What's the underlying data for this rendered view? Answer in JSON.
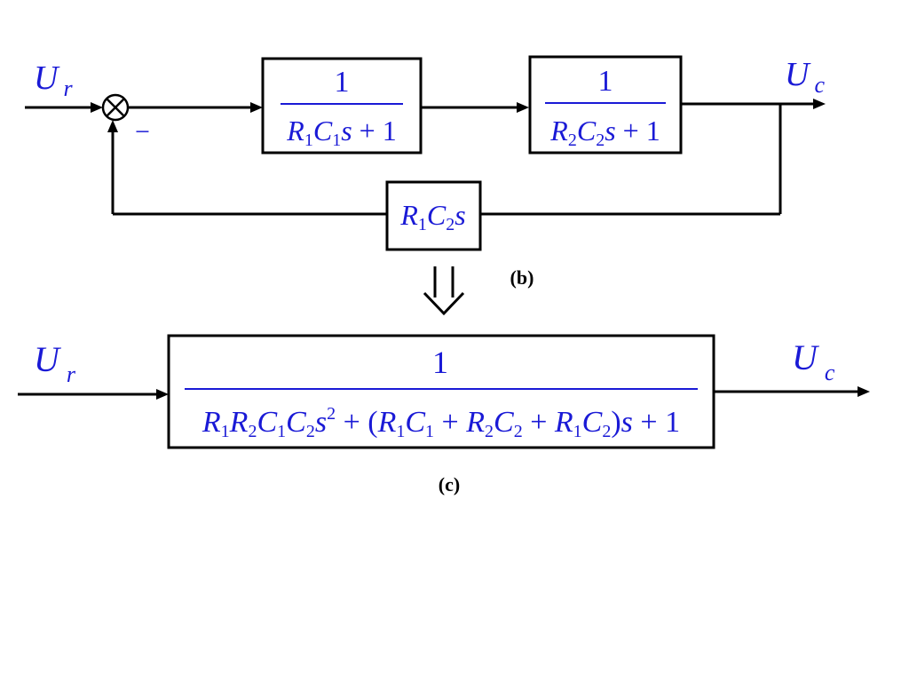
{
  "diagram_b": {
    "input": {
      "sym": "U",
      "sub": "r"
    },
    "output": {
      "sym": "U",
      "sub": "c"
    },
    "minus_sign": "−",
    "block1": {
      "numerator": "1",
      "den": {
        "R": "R",
        "r_sub": "1",
        "C": "C",
        "c_sub": "1",
        "s": "s",
        "tail": " + 1"
      }
    },
    "block2": {
      "numerator": "1",
      "den": {
        "R": "R",
        "r_sub": "2",
        "C": "C",
        "c_sub": "2",
        "s": "s",
        "tail": " + 1"
      }
    },
    "feedback": {
      "R": "R",
      "r_sub": "1",
      "C": "C",
      "c_sub": "2",
      "s": "s"
    },
    "caption": "(b)"
  },
  "diagram_c": {
    "input": {
      "sym": "U",
      "sub": "r"
    },
    "output": {
      "sym": "U",
      "sub": "c"
    },
    "numerator": "1",
    "den": {
      "t1": "R",
      "t1s": "1",
      "t2": "R",
      "t2s": "2",
      "t3": "C",
      "t3s": "1",
      "t4": "C",
      "t4s": "2",
      "t5": "s",
      "t5sup": "2",
      "op1": " + (",
      "t6": "R",
      "t6s": "1",
      "t7": "C",
      "t7s": "1",
      "op2": " + ",
      "t8": "R",
      "t8s": "2",
      "t9": "C",
      "t9s": "2",
      "op3": " + ",
      "t10": "R",
      "t10s": "1",
      "t11": "C",
      "t11s": "2",
      "op4": ")",
      "t12": "s",
      "op5": " + 1"
    },
    "caption": "(c)"
  },
  "colors": {
    "math": "#1a1ad6",
    "lines": "#000000"
  }
}
